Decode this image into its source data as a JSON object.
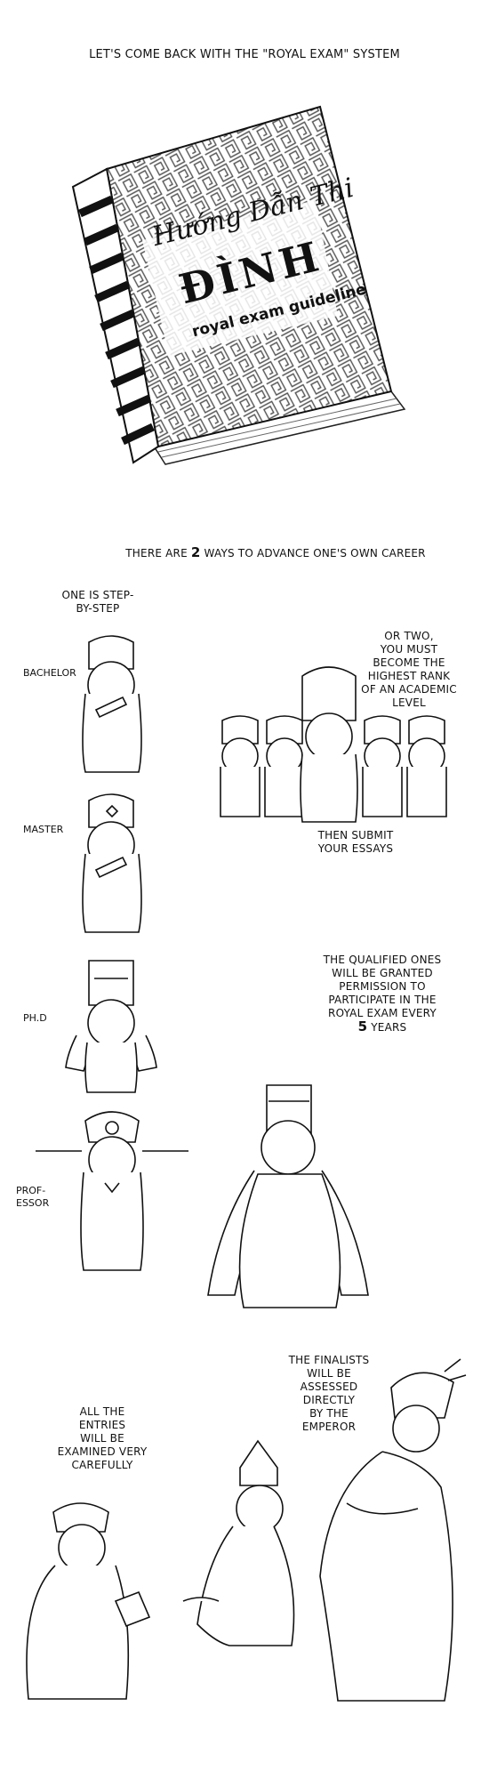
{
  "title": "LET'S COME BACK WITH THE \"ROYAL EXAM\" SYSTEM",
  "book": {
    "line1": "Hướng Dẫn Thi",
    "line2": "ĐÌNH",
    "line3": "royal exam guideline"
  },
  "ways_caption": {
    "pre": "THERE ARE ",
    "num": "2",
    "post": " WAYS TO ADVANCE ONE'S OWN CAREER"
  },
  "left_column": {
    "intro": [
      "ONE IS STEP-",
      "BY-STEP"
    ],
    "ranks": [
      "BACHELOR",
      "MASTER",
      "PH.D",
      "PROF-\nESSOR"
    ]
  },
  "right_column": {
    "intro": [
      "OR TWO,",
      "YOU MUST",
      "BECOME THE",
      "HIGHEST RANK",
      "OF AN ACADEMIC",
      "LEVEL"
    ],
    "submit": [
      "THEN SUBMIT",
      "YOUR ESSAYS"
    ],
    "qualified": [
      "THE QUALIFIED ONES",
      "WILL BE GRANTED",
      "PERMISSION TO",
      "PARTICIPATE IN THE",
      "ROYAL EXAM EVERY"
    ],
    "years_num": "5",
    "years_word": " YEARS"
  },
  "bottom": {
    "entries": [
      "ALL THE",
      "ENTRIES",
      "WILL BE",
      "EXAMINED VERY",
      "CAREFULLY"
    ],
    "finalists": [
      "THE FINALISTS",
      "WILL BE",
      "ASSESSED",
      "DIRECTLY",
      "BY THE",
      "EMPEROR"
    ]
  }
}
